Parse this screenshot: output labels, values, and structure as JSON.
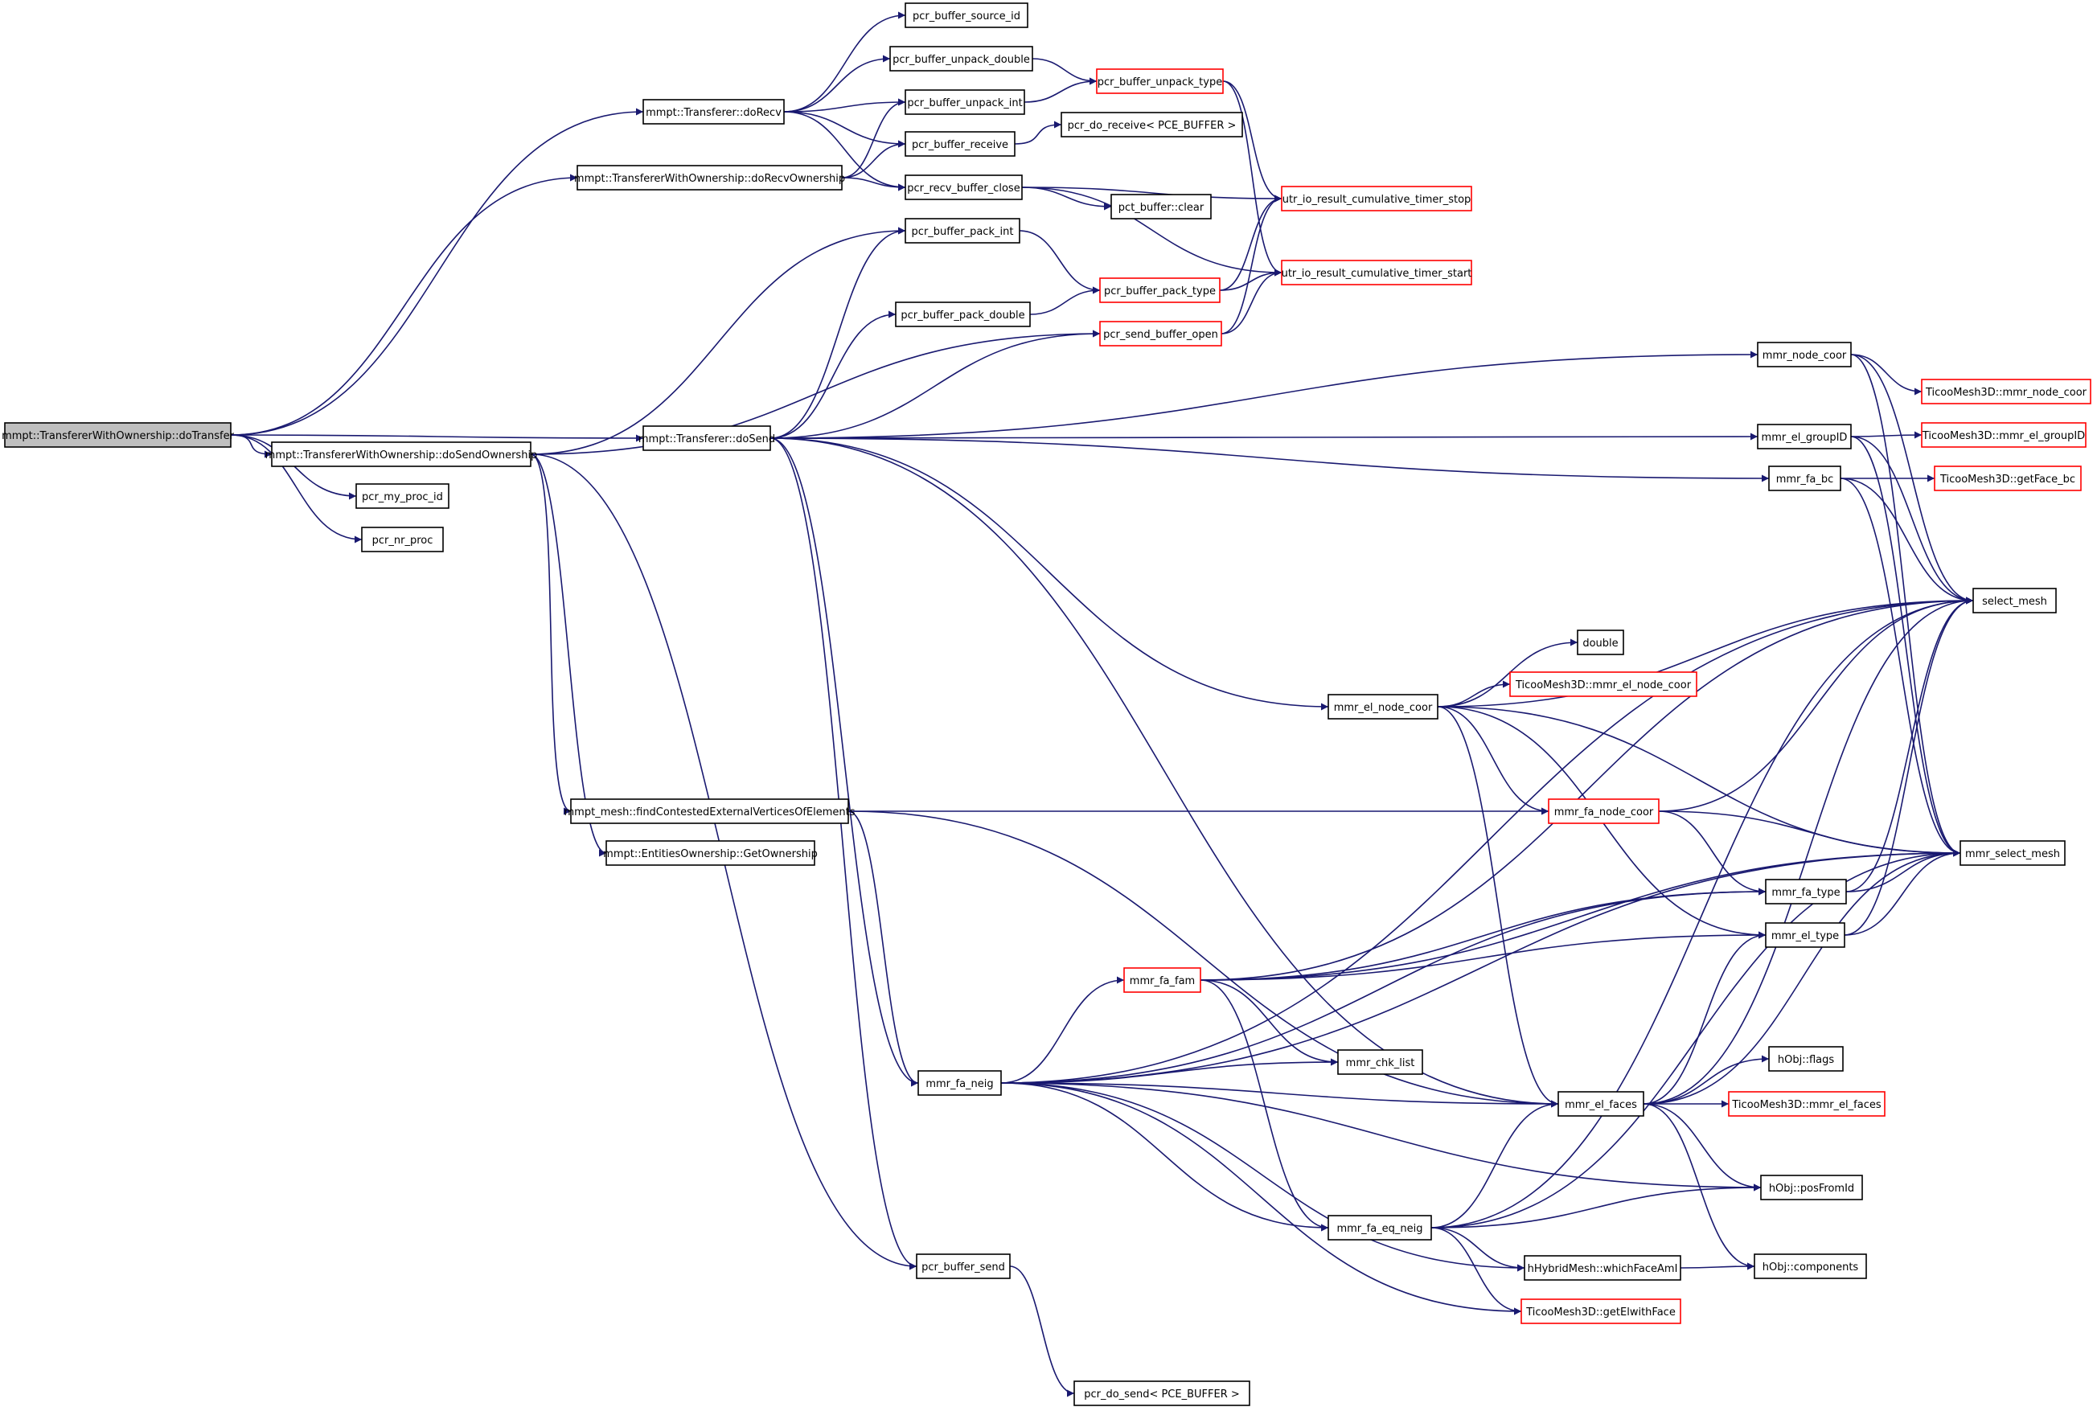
{
  "colors": {
    "edge": "#191970",
    "node_border": "#000000",
    "node_border_truncated": "#ff0000",
    "root_fill": "#bfbfbf",
    "node_fill": "#ffffff",
    "text": "#000000"
  },
  "nodes": [
    {
      "id": "doTransfer",
      "label": "mmpt::TransfererWithOwnership::doTransfer",
      "root": true
    },
    {
      "id": "doSendOwnership",
      "label": "mmpt::TransfererWithOwnership::doSendOwnership"
    },
    {
      "id": "doRecv",
      "label": "mmpt::Transferer::doRecv"
    },
    {
      "id": "doRecvOwnership",
      "label": "mmpt::TransfererWithOwnership::doRecvOwnership"
    },
    {
      "id": "doSend",
      "label": "mmpt::Transferer::doSend"
    },
    {
      "id": "my_proc_id",
      "label": "pcr_my_proc_id"
    },
    {
      "id": "nr_proc",
      "label": "pcr_nr_proc"
    },
    {
      "id": "source_id",
      "label": "pcr_buffer_source_id"
    },
    {
      "id": "unpack_double",
      "label": "pcr_buffer_unpack_double"
    },
    {
      "id": "unpack_int",
      "label": "pcr_buffer_unpack_int"
    },
    {
      "id": "buf_receive",
      "label": "pcr_buffer_receive"
    },
    {
      "id": "recv_close",
      "label": "pcr_recv_buffer_close"
    },
    {
      "id": "pack_int",
      "label": "pcr_buffer_pack_int"
    },
    {
      "id": "pack_double",
      "label": "pcr_buffer_pack_double"
    },
    {
      "id": "unpack_type",
      "label": "pcr_buffer_unpack_type",
      "truncated": true
    },
    {
      "id": "do_receive",
      "label": "pcr_do_receive< PCE_BUFFER >"
    },
    {
      "id": "pct_clear",
      "label": "pct_buffer::clear"
    },
    {
      "id": "pack_type",
      "label": "pcr_buffer_pack_type",
      "truncated": true
    },
    {
      "id": "send_open",
      "label": "pcr_send_buffer_open",
      "truncated": true
    },
    {
      "id": "timer_stop",
      "label": "utr_io_result_cumulative_timer_stop",
      "truncated": true
    },
    {
      "id": "timer_start",
      "label": "utr_io_result_cumulative_timer_start",
      "truncated": true
    },
    {
      "id": "findContested",
      "label": "mmpt_mesh::findContestedExternalVerticesOfElements"
    },
    {
      "id": "getOwnership",
      "label": "mmpt::EntitiesOwnership::GetOwnership"
    },
    {
      "id": "buffer_send",
      "label": "pcr_buffer_send"
    },
    {
      "id": "do_send",
      "label": "pcr_do_send< PCE_BUFFER >"
    },
    {
      "id": "fa_neig",
      "label": "mmr_fa_neig"
    },
    {
      "id": "fa_fam",
      "label": "mmr_fa_fam",
      "truncated": true
    },
    {
      "id": "el_node_coor",
      "label": "mmr_el_node_coor"
    },
    {
      "id": "fa_eq_neig",
      "label": "mmr_fa_eq_neig"
    },
    {
      "id": "double",
      "label": "double"
    },
    {
      "id": "ticoo_el_node_coor",
      "label": "TicooMesh3D::mmr_el_node_coor",
      "truncated": true
    },
    {
      "id": "fa_node_coor",
      "label": "mmr_fa_node_coor",
      "truncated": true
    },
    {
      "id": "chk_list",
      "label": "mmr_chk_list"
    },
    {
      "id": "el_faces",
      "label": "mmr_el_faces"
    },
    {
      "id": "whichFaceAmI",
      "label": "hHybridMesh::whichFaceAmI"
    },
    {
      "id": "getElwithFace",
      "label": "TicooMesh3D::getElwithFace",
      "truncated": true
    },
    {
      "id": "node_coor",
      "label": "mmr_node_coor"
    },
    {
      "id": "el_groupID",
      "label": "mmr_el_groupID"
    },
    {
      "id": "fa_bc",
      "label": "mmr_fa_bc"
    },
    {
      "id": "fa_type",
      "label": "mmr_fa_type"
    },
    {
      "id": "el_type",
      "label": "mmr_el_type"
    },
    {
      "id": "hobj_flags",
      "label": "hObj::flags"
    },
    {
      "id": "ticoo_el_faces",
      "label": "TicooMesh3D::mmr_el_faces",
      "truncated": true
    },
    {
      "id": "posFromId",
      "label": "hObj::posFromId"
    },
    {
      "id": "components",
      "label": "hObj::components"
    },
    {
      "id": "ticoo_node_coor",
      "label": "TicooMesh3D::mmr_node_coor",
      "truncated": true
    },
    {
      "id": "ticoo_groupID",
      "label": "TicooMesh3D::mmr_el_groupID",
      "truncated": true
    },
    {
      "id": "getFace_bc",
      "label": "TicooMesh3D::getFace_bc",
      "truncated": true
    },
    {
      "id": "select_mesh",
      "label": "select_mesh"
    },
    {
      "id": "mmr_select_mesh",
      "label": "mmr_select_mesh"
    }
  ],
  "edges": [
    [
      "doTransfer",
      "doSendOwnership"
    ],
    [
      "doTransfer",
      "doRecv"
    ],
    [
      "doTransfer",
      "doRecvOwnership"
    ],
    [
      "doTransfer",
      "doSend"
    ],
    [
      "doTransfer",
      "my_proc_id"
    ],
    [
      "doTransfer",
      "nr_proc"
    ],
    [
      "doRecv",
      "source_id"
    ],
    [
      "doRecv",
      "unpack_double"
    ],
    [
      "doRecv",
      "unpack_int"
    ],
    [
      "doRecv",
      "buf_receive"
    ],
    [
      "doRecv",
      "recv_close"
    ],
    [
      "doRecvOwnership",
      "unpack_int"
    ],
    [
      "doRecvOwnership",
      "buf_receive"
    ],
    [
      "doRecvOwnership",
      "recv_close"
    ],
    [
      "doSendOwnership",
      "pack_int"
    ],
    [
      "doSendOwnership",
      "send_open"
    ],
    [
      "doSendOwnership",
      "findContested"
    ],
    [
      "doSendOwnership",
      "getOwnership"
    ],
    [
      "doSendOwnership",
      "buffer_send"
    ],
    [
      "doSend",
      "pack_int"
    ],
    [
      "doSend",
      "pack_double"
    ],
    [
      "doSend",
      "send_open"
    ],
    [
      "doSend",
      "buffer_send"
    ],
    [
      "doSend",
      "fa_neig"
    ],
    [
      "doSend",
      "el_node_coor"
    ],
    [
      "doSend",
      "el_faces"
    ],
    [
      "doSend",
      "node_coor"
    ],
    [
      "doSend",
      "el_groupID"
    ],
    [
      "doSend",
      "fa_bc"
    ],
    [
      "unpack_double",
      "unpack_type"
    ],
    [
      "unpack_int",
      "unpack_type"
    ],
    [
      "buf_receive",
      "do_receive"
    ],
    [
      "recv_close",
      "pct_clear"
    ],
    [
      "recv_close",
      "timer_stop"
    ],
    [
      "recv_close",
      "timer_start"
    ],
    [
      "unpack_type",
      "timer_stop"
    ],
    [
      "unpack_type",
      "timer_start"
    ],
    [
      "pack_int",
      "pack_type"
    ],
    [
      "pack_double",
      "pack_type"
    ],
    [
      "pack_type",
      "timer_stop"
    ],
    [
      "pack_type",
      "timer_start"
    ],
    [
      "send_open",
      "timer_stop"
    ],
    [
      "send_open",
      "timer_start"
    ],
    [
      "findContested",
      "fa_node_coor"
    ],
    [
      "findContested",
      "fa_neig"
    ],
    [
      "findContested",
      "el_faces"
    ],
    [
      "buffer_send",
      "do_send"
    ],
    [
      "fa_neig",
      "fa_fam"
    ],
    [
      "fa_neig",
      "chk_list"
    ],
    [
      "fa_neig",
      "el_faces"
    ],
    [
      "fa_neig",
      "posFromId"
    ],
    [
      "fa_neig",
      "fa_eq_neig"
    ],
    [
      "fa_neig",
      "whichFaceAmI"
    ],
    [
      "fa_neig",
      "getElwithFace"
    ],
    [
      "fa_neig",
      "fa_type"
    ],
    [
      "fa_neig",
      "select_mesh"
    ],
    [
      "fa_neig",
      "mmr_select_mesh"
    ],
    [
      "fa_fam",
      "select_mesh"
    ],
    [
      "fa_fam",
      "fa_type"
    ],
    [
      "fa_fam",
      "el_type"
    ],
    [
      "fa_fam",
      "mmr_select_mesh"
    ],
    [
      "fa_fam",
      "chk_list"
    ],
    [
      "fa_fam",
      "fa_eq_neig"
    ],
    [
      "el_node_coor",
      "select_mesh"
    ],
    [
      "el_node_coor",
      "double"
    ],
    [
      "el_node_coor",
      "ticoo_el_node_coor"
    ],
    [
      "el_node_coor",
      "fa_node_coor"
    ],
    [
      "el_node_coor",
      "el_type"
    ],
    [
      "el_node_coor",
      "el_faces"
    ],
    [
      "el_node_coor",
      "mmr_select_mesh"
    ],
    [
      "fa_node_coor",
      "select_mesh"
    ],
    [
      "fa_node_coor",
      "fa_type"
    ],
    [
      "fa_node_coor",
      "mmr_select_mesh"
    ],
    [
      "fa_eq_neig",
      "el_faces"
    ],
    [
      "fa_eq_neig",
      "posFromId"
    ],
    [
      "fa_eq_neig",
      "whichFaceAmI"
    ],
    [
      "fa_eq_neig",
      "getElwithFace"
    ],
    [
      "fa_eq_neig",
      "select_mesh"
    ],
    [
      "fa_eq_neig",
      "mmr_select_mesh"
    ],
    [
      "el_faces",
      "el_type"
    ],
    [
      "el_faces",
      "hobj_flags"
    ],
    [
      "el_faces",
      "ticoo_el_faces"
    ],
    [
      "el_faces",
      "posFromId"
    ],
    [
      "el_faces",
      "components"
    ],
    [
      "el_faces",
      "select_mesh"
    ],
    [
      "el_faces",
      "mmr_select_mesh"
    ],
    [
      "whichFaceAmI",
      "components"
    ],
    [
      "fa_type",
      "select_mesh"
    ],
    [
      "fa_type",
      "mmr_select_mesh"
    ],
    [
      "el_type",
      "select_mesh"
    ],
    [
      "el_type",
      "mmr_select_mesh"
    ],
    [
      "node_coor",
      "ticoo_node_coor"
    ],
    [
      "node_coor",
      "select_mesh"
    ],
    [
      "node_coor",
      "mmr_select_mesh"
    ],
    [
      "el_groupID",
      "ticoo_groupID"
    ],
    [
      "el_groupID",
      "select_mesh"
    ],
    [
      "el_groupID",
      "mmr_select_mesh"
    ],
    [
      "fa_bc",
      "getFace_bc"
    ],
    [
      "fa_bc",
      "select_mesh"
    ],
    [
      "fa_bc",
      "mmr_select_mesh"
    ]
  ]
}
